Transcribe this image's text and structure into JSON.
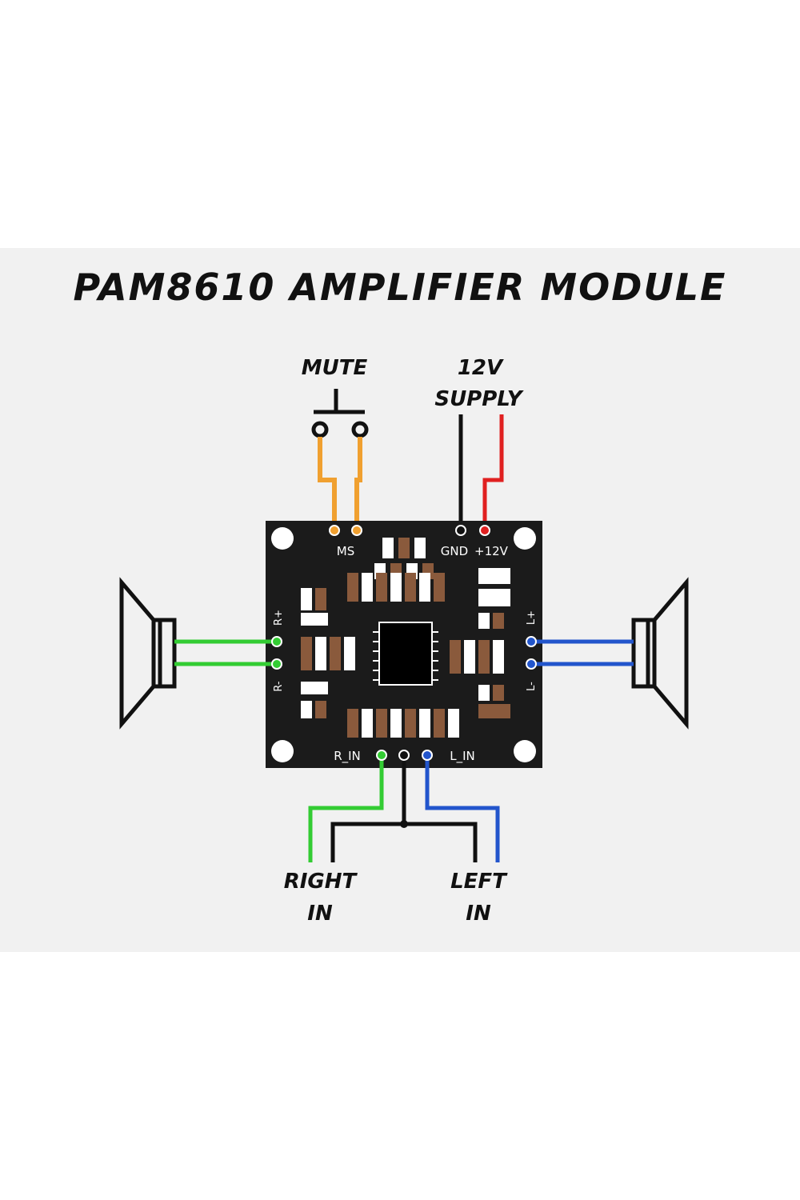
{
  "title": "PAM8610 AMPLIFIER MODULE",
  "labels": {
    "mute": "MUTE",
    "supply_line1": "12V",
    "supply_line2": "SUPPLY",
    "right_in_line1": "RIGHT",
    "right_in_line2": "IN",
    "left_in_line1": "LEFT",
    "left_in_line2": "IN"
  },
  "pcb_labels": {
    "ms": "MS",
    "gnd": "GND",
    "plus12v": "+12V",
    "r_plus": "R+",
    "r_minus": "R-",
    "l_plus": "L+",
    "l_minus": "L-",
    "r_in": "R_IN",
    "l_in": "L_IN"
  },
  "colors": {
    "background": "#f1f1f1",
    "pcb": "#1b1b1b",
    "pad": "#8a5a3c",
    "mute_wire": "#f0a030",
    "gnd_wire": "#111111",
    "supply_wire": "#e02020",
    "right_wire": "#33cc33",
    "left_wire": "#2255cc",
    "audio_ground_wire": "#111111"
  },
  "icons": [
    "speaker-left-icon",
    "speaker-right-icon",
    "push-button-icon",
    "ic-chip-icon"
  ]
}
